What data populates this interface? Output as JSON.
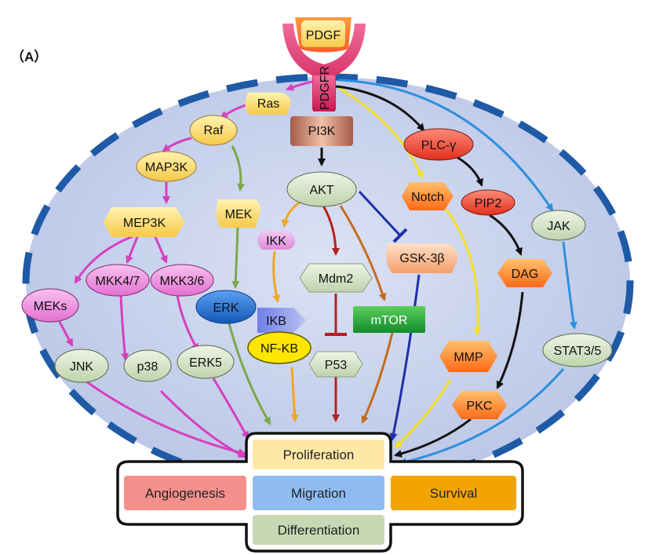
{
  "panel_label": "（A）",
  "ligand": "PDGF",
  "receptor": "PDGFR",
  "nodes": {
    "ras": "Ras",
    "raf": "Raf",
    "map3k": "MAP3K",
    "mep3k": "MEP3K",
    "meks": "MEKs",
    "mkk47": "MKK4/7",
    "mkk36": "MKK3/6",
    "jnk": "JNK",
    "p38": "p38",
    "erk5": "ERK5",
    "mek": "MEK",
    "erk": "ERK",
    "pi3k": "PI3K",
    "akt": "AKT",
    "ikk": "IKK",
    "ikb": "IKB",
    "nfkb": "NF-KB",
    "mdm2": "Mdm2",
    "p53": "P53",
    "mtor": "mTOR",
    "notch": "Notch",
    "gsk3b": "GSK-3β",
    "mmp": "MMP",
    "plcg": "PLC-γ",
    "pip2": "PIP2",
    "dag": "DAG",
    "pkc": "PKC",
    "jak": "JAK",
    "stat35": "STAT3/5"
  },
  "outcomes": {
    "proliferation": "Proliferation",
    "migration": "Migration",
    "angiogenesis": "Angiogenesis",
    "survival": "Survival",
    "differentiation": "Differentiation"
  },
  "colors": {
    "cell_fill": "#c9d3ec",
    "membrane": "#1f5aa6",
    "ras_pathway": "#d63fbf",
    "mek_pathway": "#7aa84a",
    "pi3k_pathway": "#111111",
    "ikk_pathway": "#f0a524",
    "mdm2_pathway": "#b3221d",
    "mtor_pathway": "#c56b1f",
    "gsk_pathway": "#1f2fa8",
    "notch_pathway": "#f3e024",
    "jak_pathway": "#2f8fdc"
  }
}
